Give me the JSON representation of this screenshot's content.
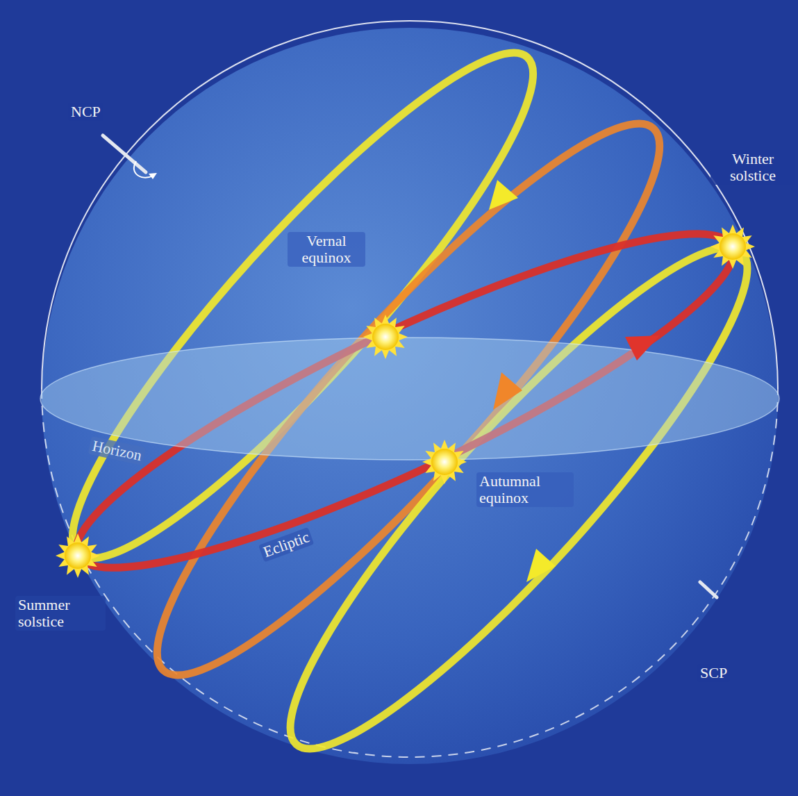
{
  "diagram": {
    "labels": [
      "NCP",
      "Winter solstice",
      "Vernal equinox",
      "Horizon",
      "Autumnal equinox",
      "Ecliptic",
      "Summer solstice",
      "SCP"
    ]
  }
}
